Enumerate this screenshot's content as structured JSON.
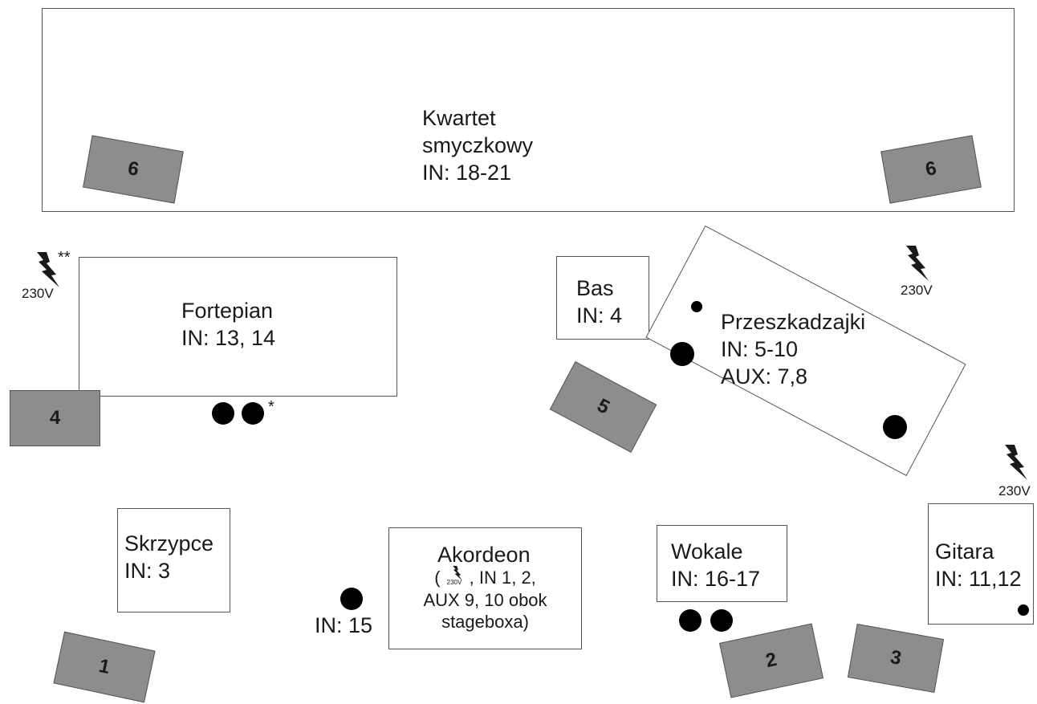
{
  "stage": {
    "kwartet": {
      "line1": "Kwartet",
      "line2": "smyczkowy",
      "line3": "IN: 18-21"
    },
    "fortepian": {
      "line1": "Fortepian",
      "line2": "IN: 13, 14"
    },
    "bas": {
      "line1": "Bas",
      "line2": "IN: 4"
    },
    "przeszkadzajki": {
      "line1": "Przeszkadzajki",
      "line2": "IN: 5-10",
      "line3": "AUX: 7,8"
    },
    "skrzypce": {
      "line1": "Skrzypce",
      "line2": "IN: 3"
    },
    "akordeon": {
      "line1": "Akordeon",
      "line2a": "(",
      "line2b": ", IN 1, 2,",
      "line3": "AUX 9, 10 obok",
      "line4": "stageboxa)"
    },
    "wokale": {
      "line1": "Wokale",
      "line2": "IN: 16-17"
    },
    "gitara": {
      "line1": "Gitara",
      "line2": "IN: 11,12"
    },
    "in15": "IN: 15"
  },
  "monitors": {
    "m1": "1",
    "m2": "2",
    "m3": "3",
    "m4": "4",
    "m5": "5",
    "m6a": "6",
    "m6b": "6"
  },
  "power": {
    "voltage": "230V",
    "double_star": "**",
    "single_star": "*",
    "small_voltage": "230V"
  },
  "icons": {
    "power": "lightning-bolt-icon"
  },
  "colors": {
    "monitor_fill": "#8d8d8d",
    "outline": "#555555",
    "mic": "#000000"
  }
}
